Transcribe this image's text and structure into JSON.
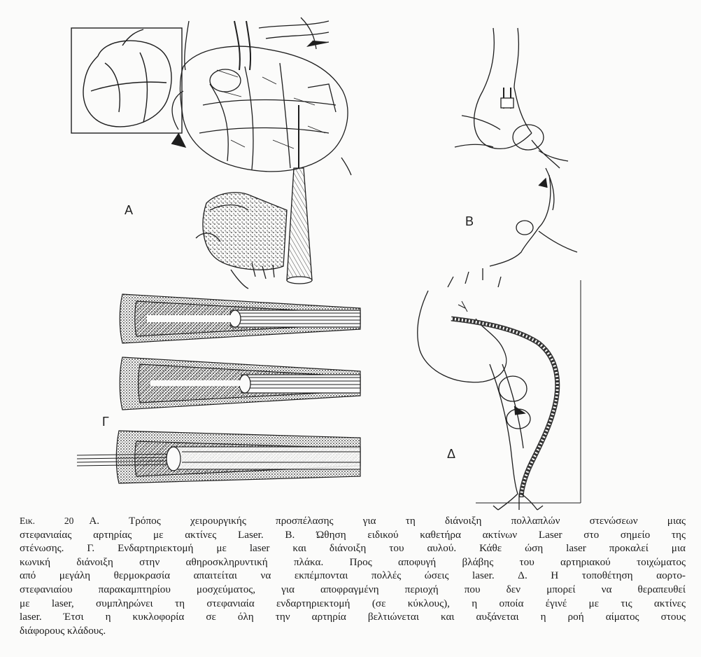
{
  "figure": {
    "panel_labels": {
      "a": "Α",
      "b": "Β",
      "c": "Γ",
      "d": "Δ"
    },
    "colors": {
      "ink": "#1e1e1e",
      "paper": "#fbfbfa",
      "shade": "#3a3a3a"
    }
  },
  "caption": {
    "figure_number": "Εικ. 20",
    "lines": [
      "Α. Τρόπος χειρουργικής προσπέλασης για τη διάνοιξη πολλαπλών στενώσεων μιας",
      "στεφανιαίας αρτηρίας με ακτίνες Laser. Β. Ώθηση ειδικού καθετήρα ακτίνων Laser στο σημείο της",
      "στένωσης. Γ. Ενδαρτηριεκτομή με laser και διάνοιξη του αυλού. Κάθε ώση laser προκαλεί μια",
      "κωνική διάνοιξη στην αθηροσκληρυντική πλάκα. Προς αποφυγή βλάβης του αρτηριακού τοιχώματος",
      "από μεγάλη θερμοκρασία απαιτείται να εκπέμπονται πολλές ώσεις laser. Δ. Η τοποθέτηση αορτο-",
      "στεφανιαίου παρακαμπτηρίου μοσχεύματος, για αποφραγμένη περιοχή που δεν μπορεί να θεραπευθεί",
      "με laser, συμπληρώνει τη στεφανιαία ενδαρτηριεκτομή (σε κύκλους), η οποία έγινέ με τις ακτίνες",
      "laser. Έτσι η κυκλοφορία σε όλη την αρτηρία βελτιώνεται και αυξάνεται η ροή αίματος στους",
      "διάφορους κλάδους."
    ]
  }
}
